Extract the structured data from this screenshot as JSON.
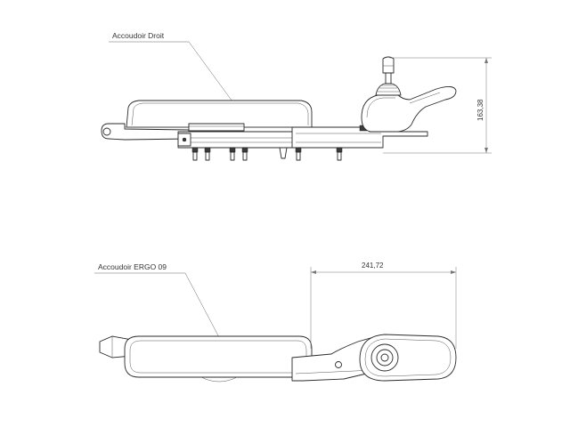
{
  "labels": {
    "top_view": "Accoudoir Droit",
    "bottom_view": "Accoudoir ERGO 09"
  },
  "dimensions": {
    "height": "163,38",
    "length": "241,72"
  },
  "colors": {
    "line": "#2a2a2a",
    "leader": "#666666",
    "background": "#ffffff"
  }
}
